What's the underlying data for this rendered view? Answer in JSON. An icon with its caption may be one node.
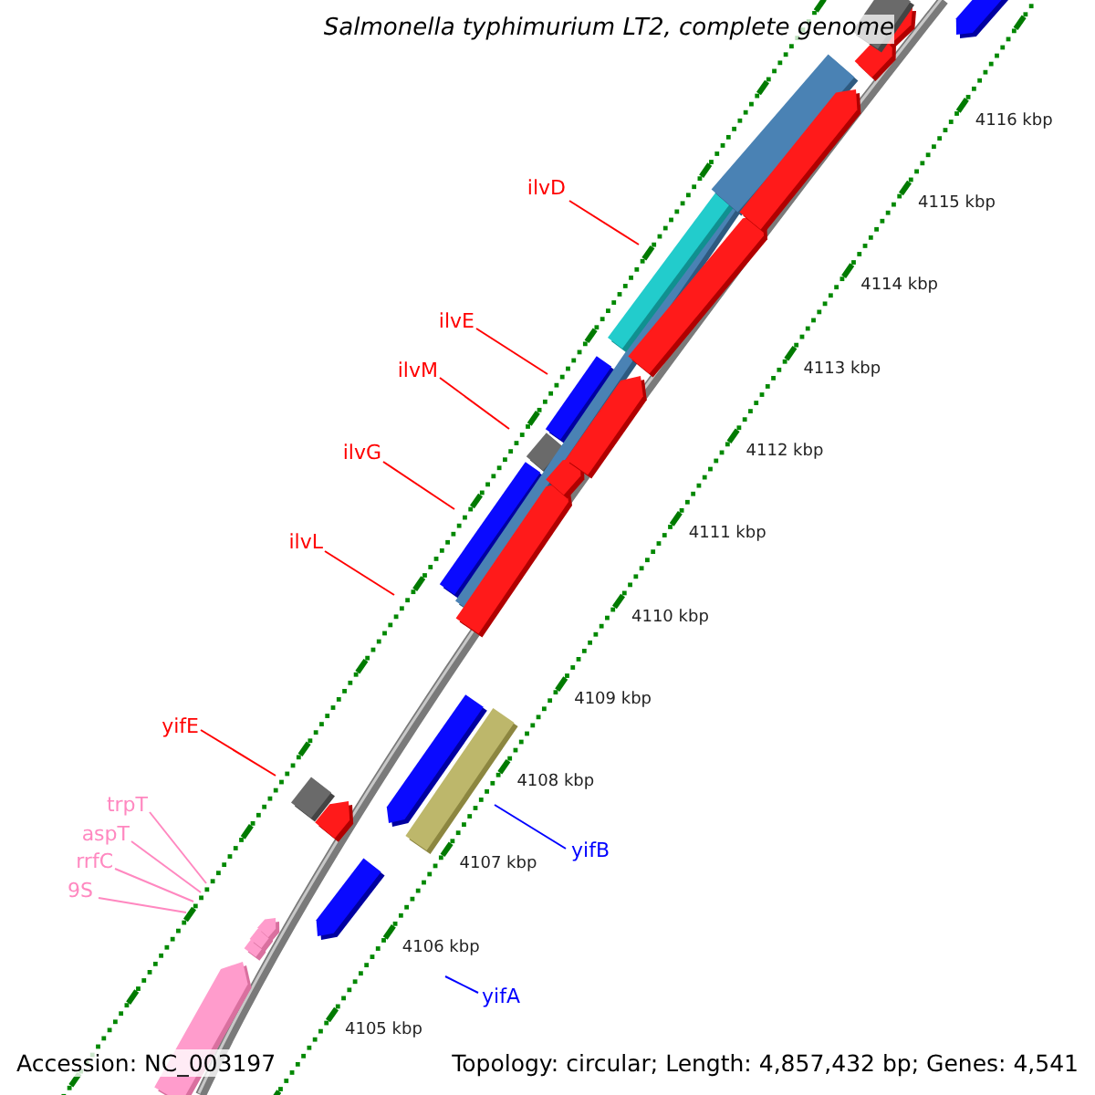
{
  "diagram": {
    "title": "Salmonella typhimurium LT2, complete genome",
    "nodes": [
      {
        "text": [
          "ilvD"
        ]
      },
      {
        "text": [
          "ilvE"
        ]
      },
      {
        "text": [
          "ilvM"
        ]
      },
      {
        "text": [
          "ilvG"
        ]
      },
      {
        "text": [
          "ilvL"
        ]
      },
      {
        "text": [
          "yifE"
        ]
      },
      {
        "text": [
          "trpT"
        ]
      },
      {
        "text": [
          "aspT"
        ]
      },
      {
        "text": [
          "rrfC"
        ]
      },
      {
        "text": [
          "9S"
        ]
      },
      {
        "text": [
          "yifB"
        ]
      },
      {
        "text": [
          "yifA"
        ]
      }
    ],
    "edges": [
      {
        "from": 0,
        "to": null,
        "arrow": "none"
      },
      {
        "from": 1,
        "to": null,
        "arrow": "none"
      },
      {
        "from": 2,
        "to": null,
        "arrow": "none"
      },
      {
        "from": 3,
        "to": null,
        "arrow": "none"
      },
      {
        "from": 4,
        "to": null,
        "arrow": "none"
      },
      {
        "from": 5,
        "to": null,
        "arrow": "none"
      },
      {
        "from": 6,
        "to": null,
        "arrow": "none",
        "color": "#ff88c0"
      },
      {
        "from": 7,
        "to": null,
        "arrow": "none",
        "color": "#ff88c0"
      },
      {
        "from": 8,
        "to": null,
        "arrow": "none",
        "color": "#ff88c0"
      },
      {
        "from": 9,
        "to": null,
        "arrow": "none",
        "color": "#ff88c0"
      },
      {
        "from": 10,
        "to": null,
        "arrow": "none",
        "color": "#0000ff"
      },
      {
        "from": 11,
        "to": null,
        "arrow": "none",
        "color": "#0000ff"
      }
    ],
    "labels": [
      "4116 kbp",
      "4115 kbp",
      "4114 kbp",
      "4113 kbp",
      "4112 kbp",
      "4111 kbp",
      "4110 kbp",
      "4109 kbp",
      "4108 kbp",
      "4107 kbp",
      "4106 kbp",
      "4105 kbp",
      "Accession: NC_003197",
      "Topology: circular; Length: 4,857,432 bp; Genes: 4,541"
    ]
  }
}
